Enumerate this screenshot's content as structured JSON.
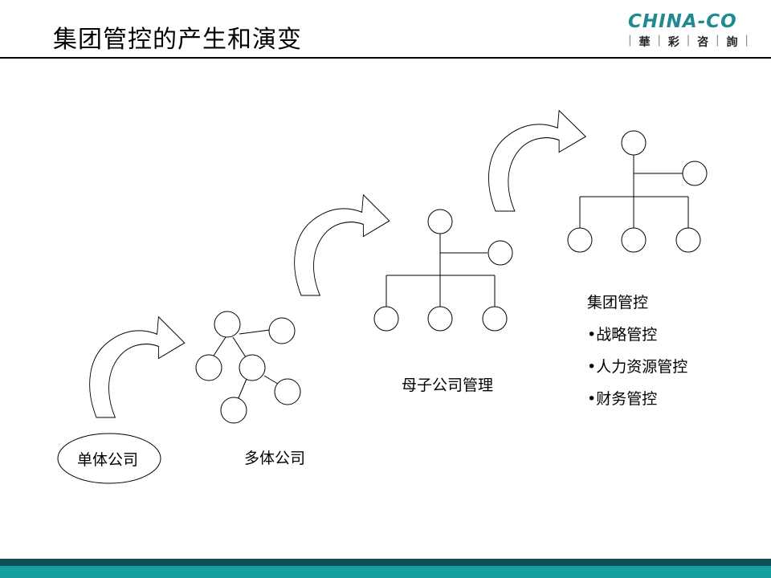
{
  "header": {
    "title": "集团管控的产生和演变",
    "logo_en": "CHINA-CO",
    "logo_cn": [
      "華",
      "彩",
      "咨",
      "詢"
    ]
  },
  "stages": {
    "single": "单体公司",
    "multi": "多体公司",
    "parent_sub": "母子公司管理",
    "group": "集团管控"
  },
  "group_points": [
    "•战略管控",
    "•人力资源管控",
    "•财务管控"
  ],
  "colors": {
    "footer_dark": "#0f4f55",
    "footer_light": "#159fa0",
    "logo": "#1f8a8f"
  }
}
